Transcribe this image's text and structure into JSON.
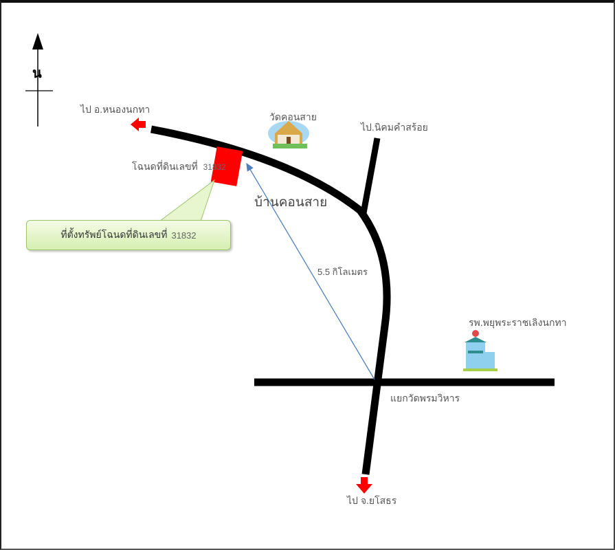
{
  "north_label": "น",
  "labels": {
    "to_nong_nok_tha": "ไป อ.หนองนกทา",
    "wat_khon_sai": "วัดคอนสาย",
    "to_nikhom": "ไป.นิคมคำสร้อย",
    "deed_label": "โฉนดที่ดินเลขที่",
    "deed_number": "31832",
    "ban_khon_sai": "บ้านคอนสาย",
    "distance": "5.5  กิโลเมตร",
    "hospital": "รพ.พยุพระราชเลิงนกทา",
    "junction": "แยกวัดพรมวิหาร",
    "to_yasothon": "ไป จ.ยโสธร"
  },
  "callout": {
    "text": "ที่ตั้งทรัพย์โฉนดที่ดินเลขที่",
    "number": "31832"
  },
  "colors": {
    "road": "#000000",
    "parcel": "#ff0000",
    "route_arrow": "#4f7fbf",
    "direction_arrow": "#ff0000"
  }
}
